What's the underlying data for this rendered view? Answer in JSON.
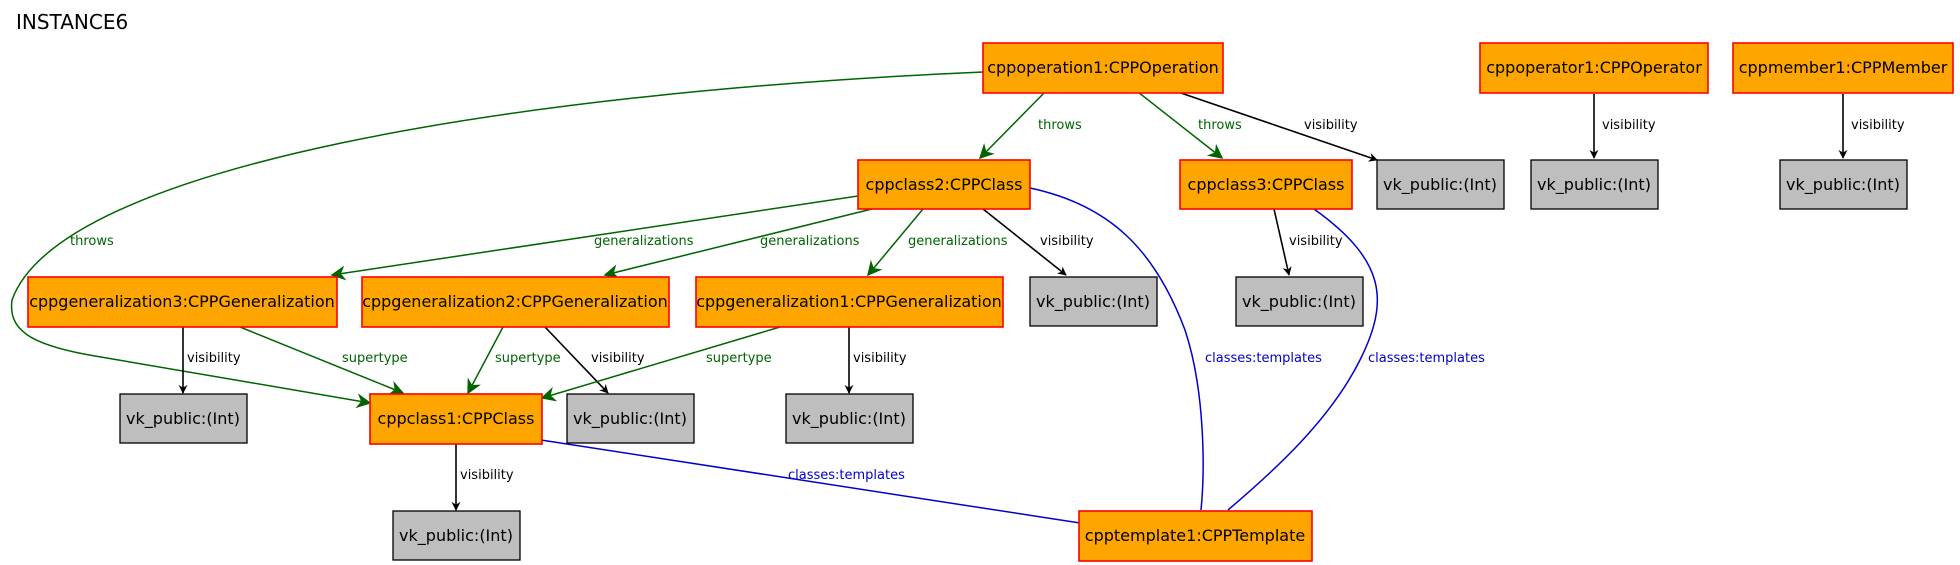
{
  "title": "INSTANCE6",
  "colors": {
    "object_fill": "#FFA500",
    "object_stroke": "#FF0000",
    "value_fill": "#BEBEBE",
    "value_stroke": "#000000",
    "edge_black": "#000000",
    "edge_green": "#006400",
    "edge_blue": "#0000CD"
  },
  "nodes": {
    "op1": {
      "label": "cppoperation1:CPPOperation",
      "kind": "object"
    },
    "opr1": {
      "label": "cppoperator1:CPPOperator",
      "kind": "object"
    },
    "mem1": {
      "label": "cppmember1:CPPMember",
      "kind": "object"
    },
    "c2": {
      "label": "cppclass2:CPPClass",
      "kind": "object"
    },
    "c3": {
      "label": "cppclass3:CPPClass",
      "kind": "object"
    },
    "g3": {
      "label": "cppgeneralization3:CPPGeneralization",
      "kind": "object"
    },
    "g2": {
      "label": "cppgeneralization2:CPPGeneralization",
      "kind": "object"
    },
    "g1": {
      "label": "cppgeneralization1:CPPGeneralization",
      "kind": "object"
    },
    "c1": {
      "label": "cppclass1:CPPClass",
      "kind": "object"
    },
    "t1": {
      "label": "cpptemplate1:CPPTemplate",
      "kind": "object"
    },
    "v_op1": {
      "label": "vk_public:(Int)",
      "kind": "value"
    },
    "v_opr1": {
      "label": "vk_public:(Int)",
      "kind": "value"
    },
    "v_mem1": {
      "label": "vk_public:(Int)",
      "kind": "value"
    },
    "v_c2": {
      "label": "vk_public:(Int)",
      "kind": "value"
    },
    "v_c3": {
      "label": "vk_public:(Int)",
      "kind": "value"
    },
    "v_g3": {
      "label": "vk_public:(Int)",
      "kind": "value"
    },
    "v_g2": {
      "label": "vk_public:(Int)",
      "kind": "value"
    },
    "v_g1": {
      "label": "vk_public:(Int)",
      "kind": "value"
    },
    "v_c1": {
      "label": "vk_public:(Int)",
      "kind": "value"
    }
  },
  "edges": {
    "op1_c1_throws": {
      "label": "throws",
      "color": "green"
    },
    "op1_c2_throws": {
      "label": "throws",
      "color": "green"
    },
    "op1_c3_throws": {
      "label": "throws",
      "color": "green"
    },
    "op1_vis": {
      "label": "visibility",
      "color": "black"
    },
    "opr1_vis": {
      "label": "visibility",
      "color": "black"
    },
    "mem1_vis": {
      "label": "visibility",
      "color": "black"
    },
    "c2_g3_gen": {
      "label": "generalizations",
      "color": "green"
    },
    "c2_g2_gen": {
      "label": "generalizations",
      "color": "green"
    },
    "c2_g1_gen": {
      "label": "generalizations",
      "color": "green"
    },
    "c2_vis": {
      "label": "visibility",
      "color": "black"
    },
    "c2_t1_tpl": {
      "label": "classes:templates",
      "color": "blue"
    },
    "c3_vis": {
      "label": "visibility",
      "color": "black"
    },
    "c3_t1_tpl": {
      "label": "classes:templates",
      "color": "blue"
    },
    "g3_vis": {
      "label": "visibility",
      "color": "black"
    },
    "g3_c1_sup": {
      "label": "supertype",
      "color": "green"
    },
    "g2_c1_sup": {
      "label": "supertype",
      "color": "green"
    },
    "g2_vis": {
      "label": "visibility",
      "color": "black"
    },
    "g1_c1_sup": {
      "label": "supertype",
      "color": "green"
    },
    "g1_vis": {
      "label": "visibility",
      "color": "black"
    },
    "c1_vis": {
      "label": "visibility",
      "color": "black"
    },
    "c1_t1_tpl": {
      "label": "classes:templates",
      "color": "blue"
    }
  }
}
